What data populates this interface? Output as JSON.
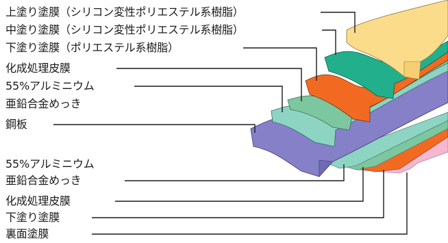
{
  "colors": {
    "top_coat": "#fbdc8a",
    "middle_coat": "#22b08c",
    "primer": "#f26a22",
    "chemical_film": "#7cc7a0",
    "plating": "#8dd4c3",
    "steel": "#8580c8",
    "back_primer": "#f26a22",
    "back_coat": "#f4b8d0",
    "leader": "#1a1a1a"
  },
  "labels": {
    "top_coat": "上塗り塗膜（シリコン変性ポリエステル系樹脂）",
    "middle_coat": "中塗り塗膜（シリコン変性ポリエステル系樹脂）",
    "primer": "下塗り塗膜（ポリエステル系樹脂）",
    "chemical_film": "化成処理皮膜",
    "plating_line1": "55%アルミニウム",
    "plating_line2": "亜鉛合金めっき",
    "steel": "鋼板",
    "back_plating_line1": "55%アルミニウム",
    "back_plating_line2": "亜鉛合金めっき",
    "back_chemical_film": "化成処理皮膜",
    "back_primer": "下塗り塗膜",
    "back_coat": "裏面塗膜"
  }
}
